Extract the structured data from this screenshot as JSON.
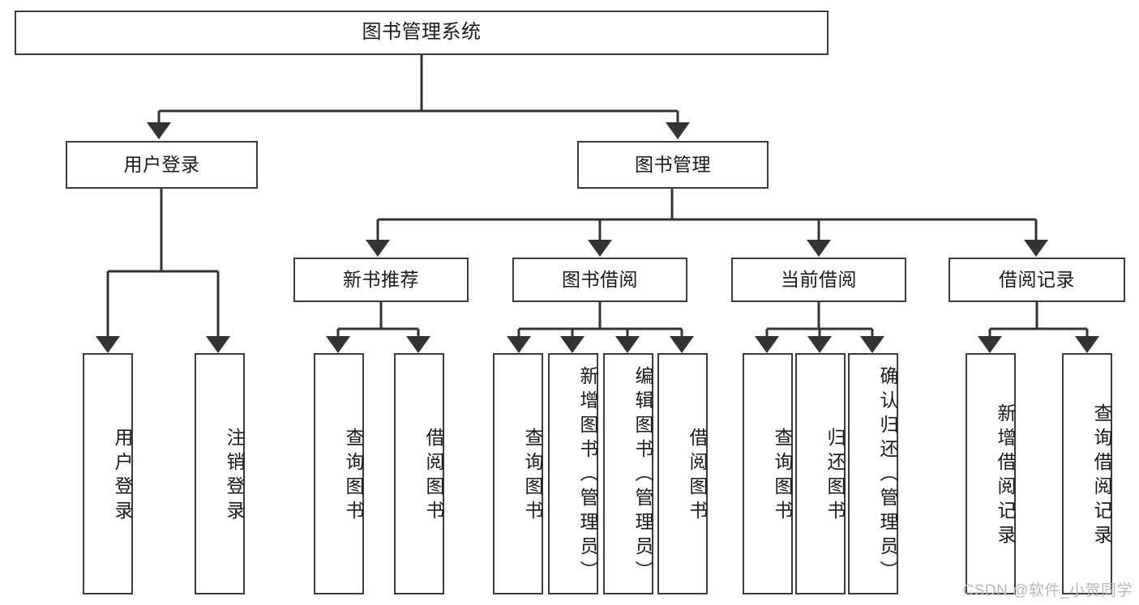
{
  "diagram": {
    "type": "tree",
    "title_text": "图书管理系统",
    "colors": {
      "border": "#3b3b3b",
      "fill": "#ffffff",
      "line": "#333333",
      "text": "#1a1a1a",
      "watermark": "#b9b9b9"
    },
    "nodes": {
      "root": "图书管理系统",
      "level1": {
        "user_login": "用户登录",
        "book_manage": "图书管理"
      },
      "level2": {
        "new_book_rec": "新书推荐",
        "book_borrow": "图书借阅",
        "current_borrow": "当前借阅",
        "borrow_record": "借阅记录"
      },
      "leaves": {
        "user_login_1": "用户登录",
        "user_login_2": "注销登录",
        "new_book_rec_1": "查询图书",
        "new_book_rec_2": "借阅图书",
        "book_borrow_1": "查询图书",
        "book_borrow_2": "新增图书（管理员）",
        "book_borrow_3": "编辑图书（管理员）",
        "book_borrow_4": "借阅图书",
        "current_borrow_1": "查询图书",
        "current_borrow_2": "归还图书",
        "current_borrow_3": "确认归还（管理员）",
        "borrow_record_1": "新增借阅记录",
        "borrow_record_2": "查询借阅记录"
      }
    },
    "watermark": "CSDN @软件_小贺同学"
  }
}
